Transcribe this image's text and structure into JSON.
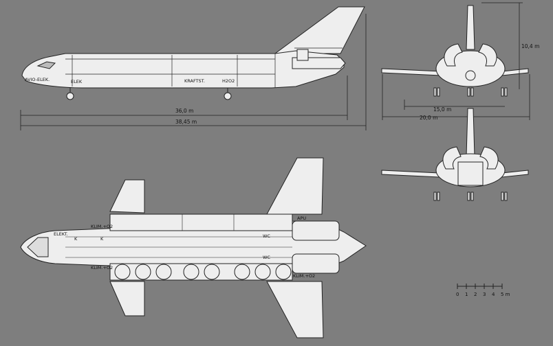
{
  "side_view": {
    "labels": {
      "avio_elek": "AVIO-ELEK.",
      "elek": "ELEK",
      "kraftst": "KRAFTST.",
      "h2o2": "H2O2"
    },
    "dimensions": {
      "length_inner": "36,0 m",
      "length_overall": "38,45 m"
    }
  },
  "front_view": {
    "dimensions": {
      "height": "10,4 m",
      "track": "15,0 m",
      "span": "20,0 m"
    }
  },
  "top_view": {
    "labels": {
      "elekt": "ELEKT.",
      "k_left": "K",
      "k_right": "K",
      "klim_o2_top": "KLIM.+O2",
      "klim_o2_bottom": "KLIM.+O2",
      "klim_o2_right": "KLIM.+O2",
      "apu": "APU",
      "wc_top": "WC",
      "wc_bottom": "WC"
    }
  },
  "scale_bar": {
    "ticks": [
      "0",
      "1",
      "2",
      "3",
      "4",
      "5 m"
    ]
  },
  "colors": {
    "background": "#7e7e7e",
    "drawing_fill": "#eeeeee",
    "line": "#222222"
  }
}
